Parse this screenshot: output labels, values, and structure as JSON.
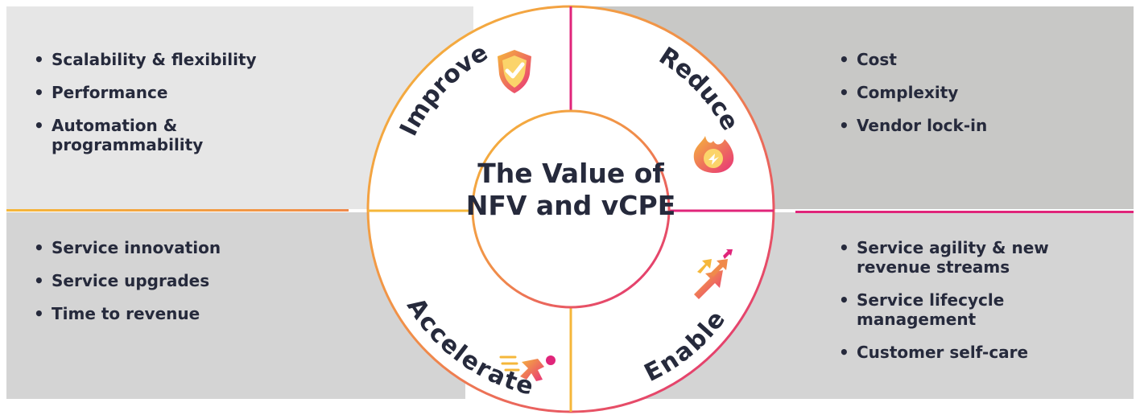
{
  "center_title": "The Value of NFV and vCPE",
  "segments": {
    "improve": "Improve",
    "reduce": "Reduce",
    "accelerate": "Accelerate",
    "enable": "Enable"
  },
  "icons": {
    "improve": "shield-check-icon",
    "reduce": "flame-cut-icon",
    "accelerate": "running-person-icon",
    "enable": "arrows-up-icon"
  },
  "lists": {
    "top_left": [
      "Scalability & flexibility",
      "Performance",
      "Automation & programmability"
    ],
    "top_right": [
      "Cost",
      "Complexity",
      "Vendor lock-in"
    ],
    "bottom_left": [
      "Service innovation",
      "Service upgrades",
      "Time to revenue"
    ],
    "bottom_right": [
      "Service agility & new revenue streams",
      "Service lifecycle management",
      "Customer self-care"
    ]
  },
  "colors": {
    "accent_orange": "#f5b73a",
    "accent_pink": "#e0257a",
    "accent_coral": "#f08a4b",
    "text_dark": "#262a3c"
  }
}
